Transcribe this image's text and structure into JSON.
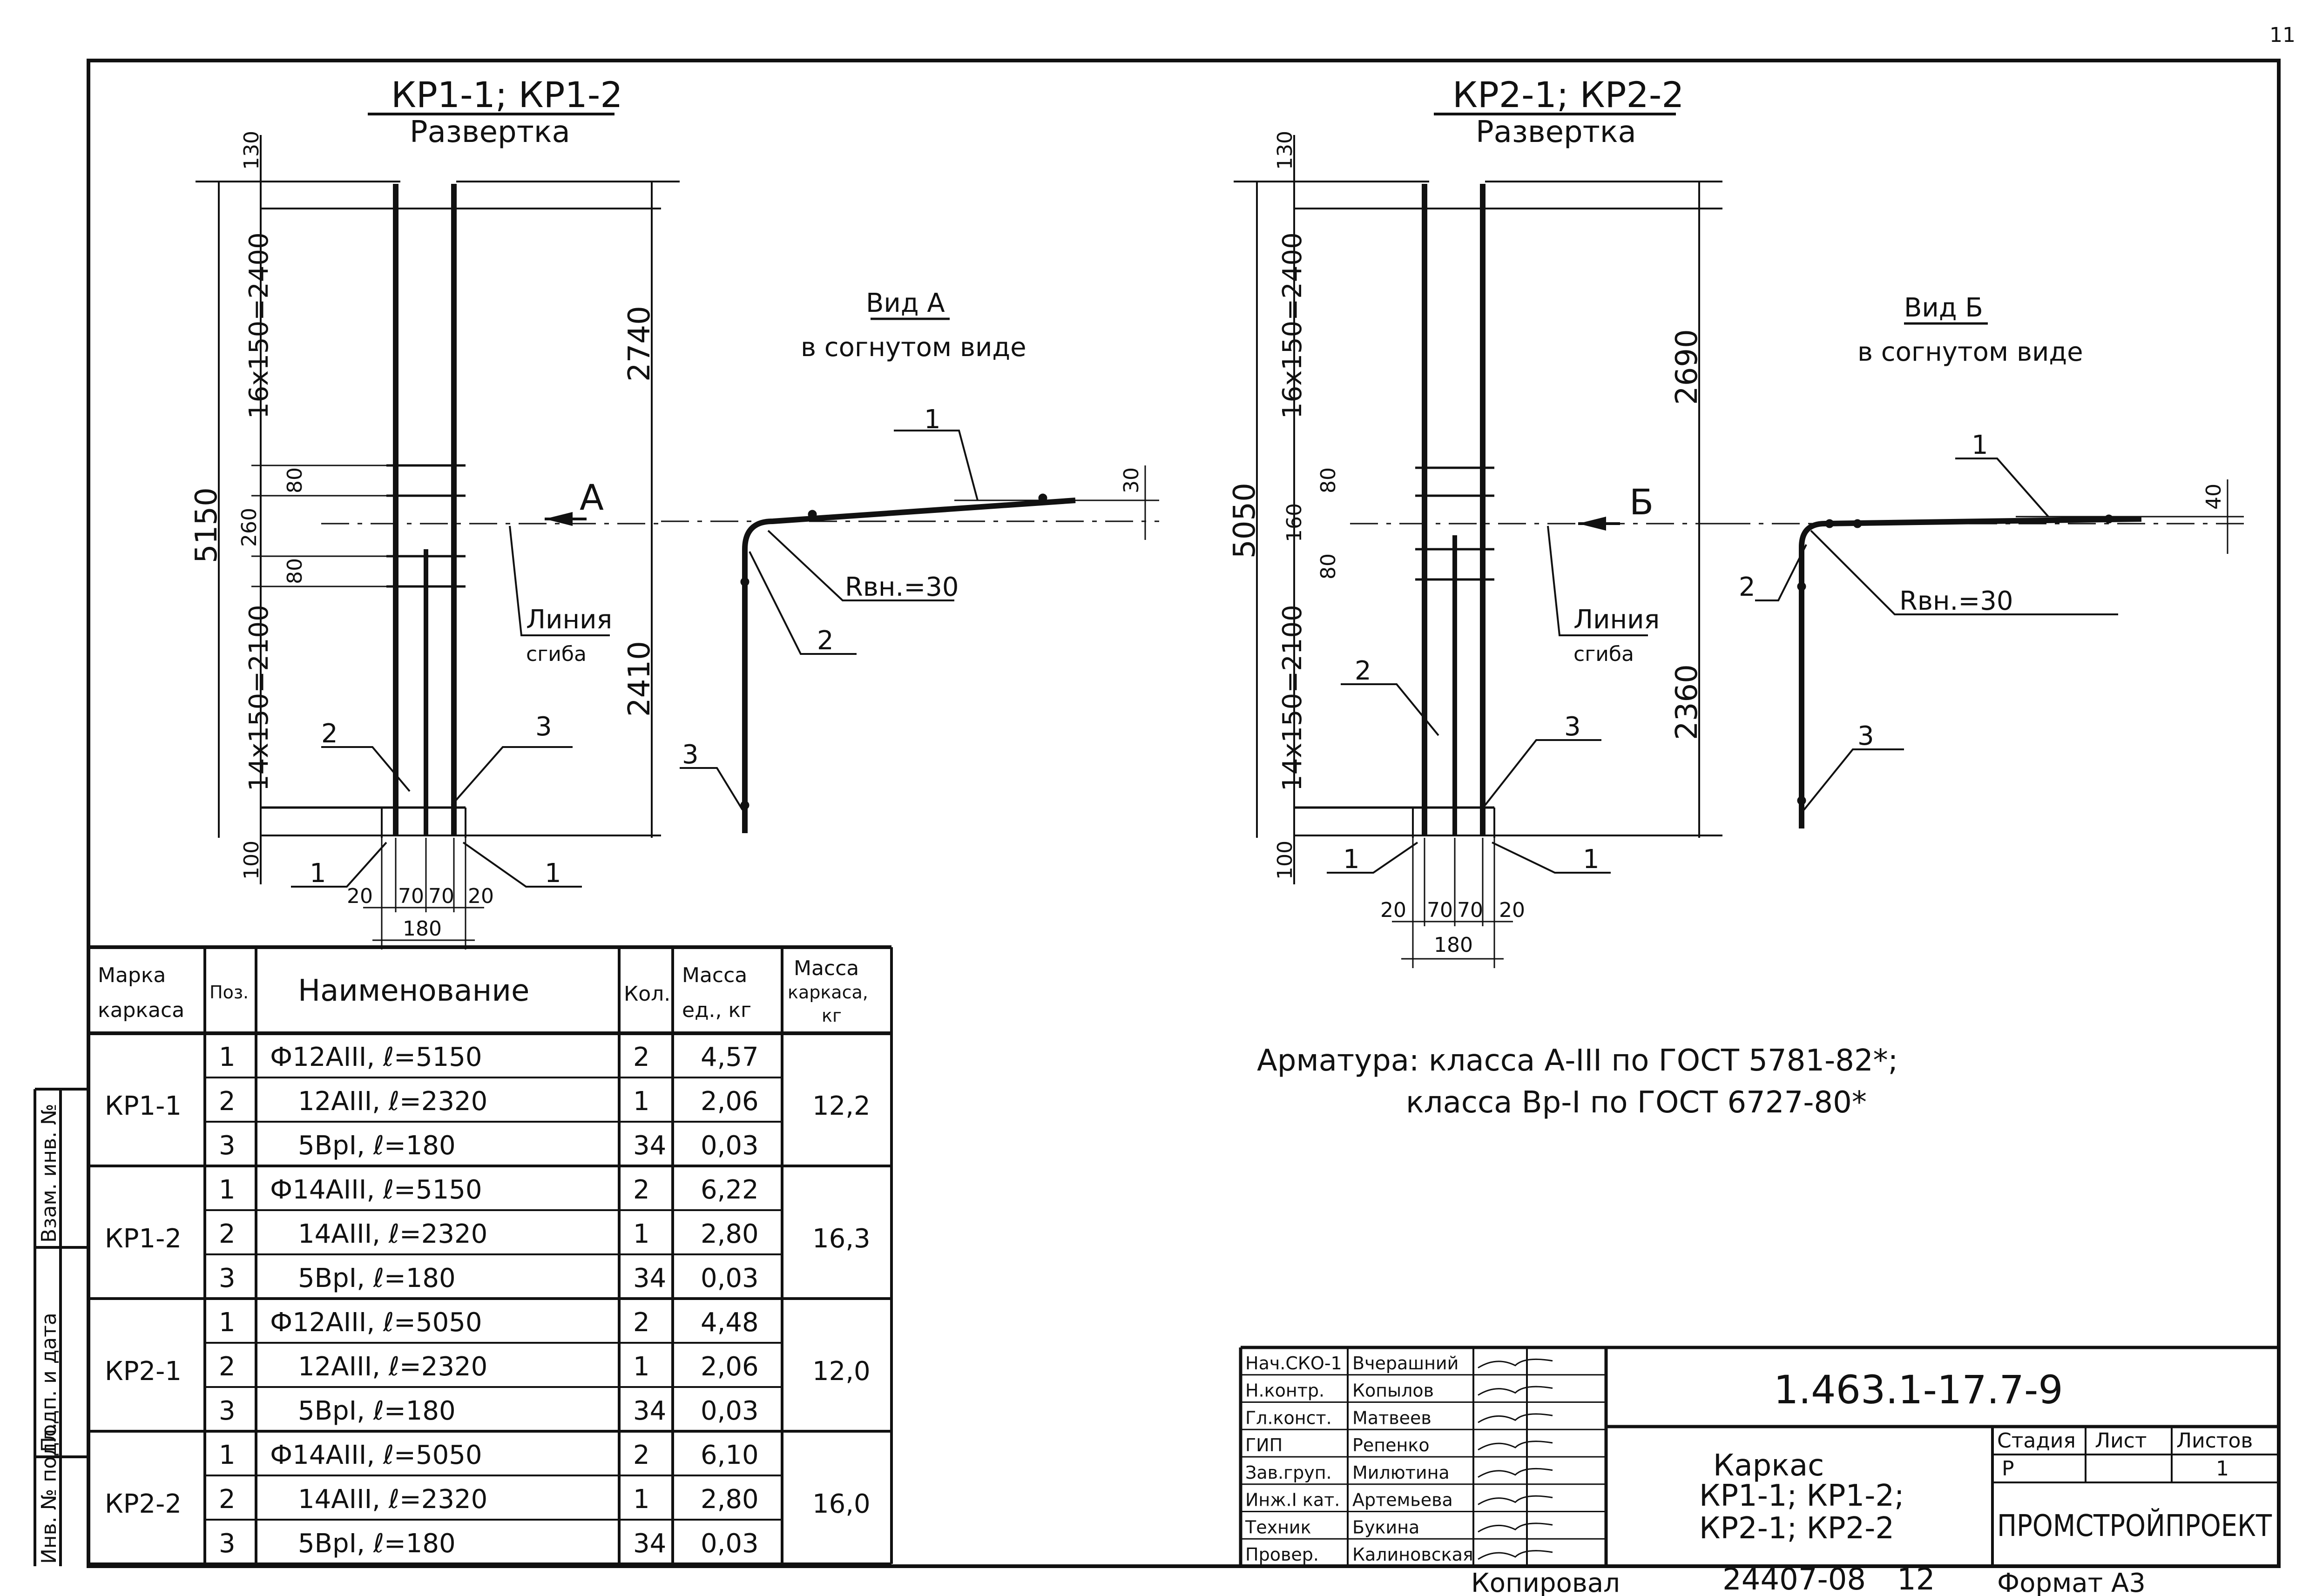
{
  "sheet_number": "11",
  "left_view": {
    "title": "КР1-1; КР1-2",
    "subtitle": "Развертка",
    "dim_top": "130",
    "dim_upper": "16х150=2400",
    "dim_mid_top": "80",
    "dim_mid": "260",
    "dim_mid_bot": "80",
    "dim_lower": "14х150=2100",
    "dim_bottom": "100",
    "dim_total": "5150",
    "dim_right_top": "2740",
    "dim_right_bot": "2410",
    "arrow_label": "А",
    "bend_line_1": "Линия",
    "bend_line_2": "сгиба",
    "pos_2": "2",
    "pos_3": "3",
    "pos_1a": "1",
    "pos_1b": "1",
    "w1": "20",
    "w2": "70",
    "w3": "70",
    "w4": "20",
    "w_total": "180"
  },
  "left_bent": {
    "title": "Вид А",
    "subtitle": "в согнутом виде",
    "pos_1": "1",
    "pos_2": "2",
    "pos_3": "3",
    "dim": "30",
    "radius": "Rвн.=30"
  },
  "right_view": {
    "title": "КР2-1; КР2-2",
    "subtitle": "Развертка",
    "dim_top": "130",
    "dim_upper": "16х150=2400",
    "dim_mid_top": "80",
    "dim_mid": "160",
    "dim_mid_bot": "80",
    "dim_lower": "14х150=2100",
    "dim_bottom": "100",
    "dim_total": "5050",
    "dim_right_top": "2690",
    "dim_right_bot": "2360",
    "arrow_label": "Б",
    "bend_line_1": "Линия",
    "bend_line_2": "сгиба",
    "pos_2": "2",
    "pos_3": "3",
    "pos_1a": "1",
    "pos_1b": "1",
    "w1": "20",
    "w2": "70",
    "w3": "70",
    "w4": "20",
    "w_total": "180"
  },
  "right_bent": {
    "title": "Вид Б",
    "subtitle": "в согнутом виде",
    "pos_1": "1",
    "pos_2": "2",
    "pos_3": "3",
    "dim": "40",
    "radius": "Rвн.=30"
  },
  "note": {
    "line1": "Арматура: класса А-III по ГОСТ 5781-82*;",
    "line2": "класса Вр-I по ГОСТ 6727-80*"
  },
  "table": {
    "headers": [
      "Марка каркаса",
      "Поз.",
      "Наименование",
      "Кол.",
      "Масса ед., кг",
      "Масса каркаса, кг"
    ],
    "groups": [
      {
        "mark": "КР1-1",
        "mass": "12,2",
        "rows": [
          {
            "pos": "1",
            "name": "Ф12АIII, ℓ=5150",
            "qty": "2",
            "unit": "4,57"
          },
          {
            "pos": "2",
            "name": "12АIII, ℓ=2320",
            "qty": "1",
            "unit": "2,06"
          },
          {
            "pos": "3",
            "name": "5ВрI, ℓ=180",
            "qty": "34",
            "unit": "0,03"
          }
        ]
      },
      {
        "mark": "КР1-2",
        "mass": "16,3",
        "rows": [
          {
            "pos": "1",
            "name": "Ф14АIII, ℓ=5150",
            "qty": "2",
            "unit": "6,22"
          },
          {
            "pos": "2",
            "name": "14АIII, ℓ=2320",
            "qty": "1",
            "unit": "2,80"
          },
          {
            "pos": "3",
            "name": "5ВрI, ℓ=180",
            "qty": "34",
            "unit": "0,03"
          }
        ]
      },
      {
        "mark": "КР2-1",
        "mass": "12,0",
        "rows": [
          {
            "pos": "1",
            "name": "Ф12АIII, ℓ=5050",
            "qty": "2",
            "unit": "4,48"
          },
          {
            "pos": "2",
            "name": "12АIII, ℓ=2320",
            "qty": "1",
            "unit": "2,06"
          },
          {
            "pos": "3",
            "name": "5ВрI, ℓ=180",
            "qty": "34",
            "unit": "0,03"
          }
        ]
      },
      {
        "mark": "КР2-2",
        "mass": "16,0",
        "rows": [
          {
            "pos": "1",
            "name": "Ф14АIII, ℓ=5050",
            "qty": "2",
            "unit": "6,10"
          },
          {
            "pos": "2",
            "name": "14АIII, ℓ=2320",
            "qty": "1",
            "unit": "2,80"
          },
          {
            "pos": "3",
            "name": "5ВрI, ℓ=180",
            "qty": "34",
            "unit": "0,03"
          }
        ]
      }
    ]
  },
  "side_stamp": {
    "inv": "Инв. № подл.",
    "sign": "Подп. и дата",
    "replace": "Взам. инв. №"
  },
  "title_block": {
    "code": "1.463.1-17.7-9",
    "name_line1": "Каркас",
    "name_line2": "КР1-1; КР1-2;",
    "name_line3": "КР2-1; КР2-2",
    "stage_label": "Стадия",
    "sheet_label": "Лист",
    "sheets_label": "Листов",
    "stage": "Р",
    "sheets": "1",
    "org": "ПРОМСТРОЙПРОЕКТ",
    "signers": [
      {
        "role": "Нач.СКО-1",
        "name": "Вчерашний"
      },
      {
        "role": "Н.контр.",
        "name": "Копылов"
      },
      {
        "role": "Гл.конст.",
        "name": "Матвеев"
      },
      {
        "role": "ГИП",
        "name": "Репенко"
      },
      {
        "role": "Зав.груп.",
        "name": "Милютина"
      },
      {
        "role": "Инж.I кат.",
        "name": "Артемьева"
      },
      {
        "role": "Техник",
        "name": "Букина"
      },
      {
        "role": "Провер.",
        "name": "Калиновская"
      }
    ],
    "copied": "Копировал",
    "archive": "24407-08",
    "archive_num": "12",
    "format": "Формат А3"
  }
}
